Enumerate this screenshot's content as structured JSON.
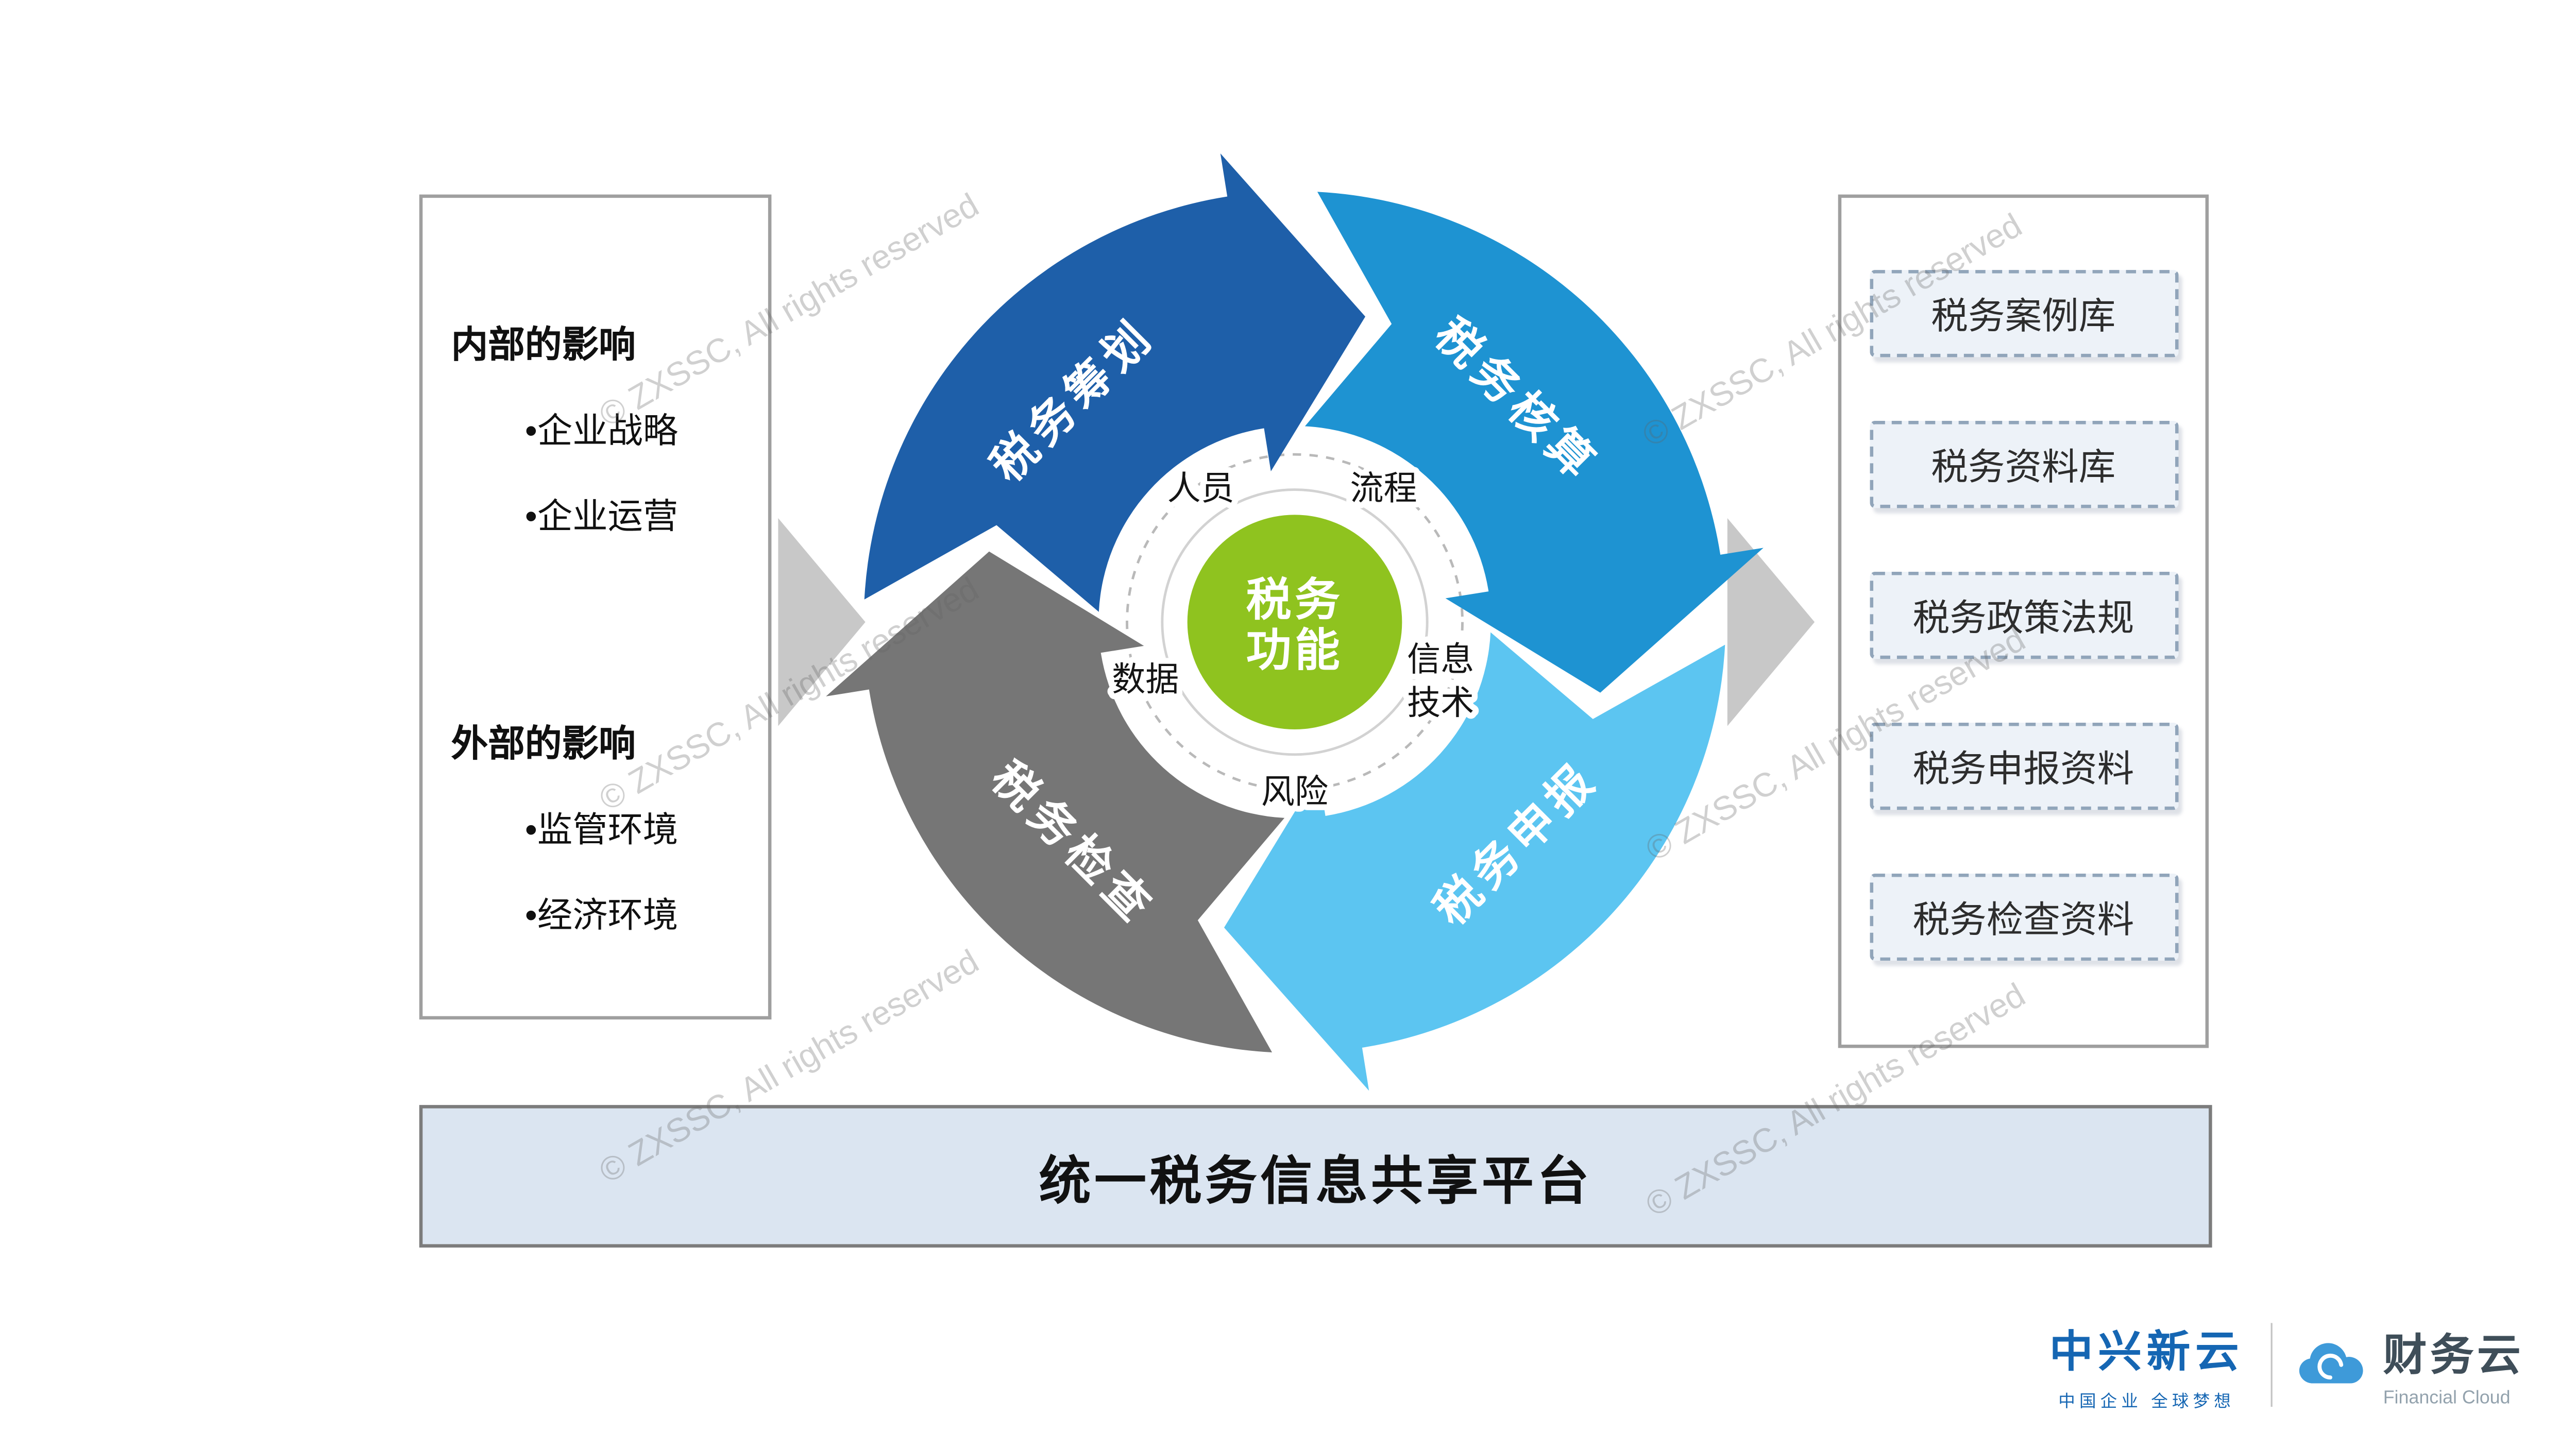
{
  "watermark": {
    "text": "© ZXSSC, All rights reserved"
  },
  "left_panel": {
    "bullet": "•",
    "sections": [
      {
        "heading": "内部的影响",
        "items": [
          "企业战略",
          "企业运营"
        ]
      },
      {
        "heading": "外部的影响",
        "items": [
          "监管环境",
          "经济环境"
        ]
      }
    ]
  },
  "cycle": {
    "segments": [
      {
        "label": "税务筹划",
        "color": "#1e5fa9",
        "position": "top-left"
      },
      {
        "label": "税务核算",
        "color": "#1e93d2",
        "position": "top-right"
      },
      {
        "label": "税务申报",
        "color": "#5cc5f1",
        "position": "bottom-right"
      },
      {
        "label": "税务检查",
        "color": "#767676",
        "position": "bottom-left"
      }
    ],
    "hub": {
      "label": "税务功能",
      "color": "#8fc31f",
      "text_color": "#ffffff"
    },
    "dimension_labels": [
      {
        "text": "人员",
        "position": "top-left"
      },
      {
        "text": "流程",
        "position": "top-right"
      },
      {
        "text": "信息技术",
        "position": "right"
      },
      {
        "text": "风险",
        "position": "bottom"
      },
      {
        "text": "数据",
        "position": "left"
      }
    ]
  },
  "right_panel": {
    "items": [
      "税务案例库",
      "税务资料库",
      "税务政策法规",
      "税务申报资料",
      "税务检查资料"
    ]
  },
  "platform_bar": {
    "label": "统一税务信息共享平台",
    "fill": "#dbe5f1"
  },
  "footer": {
    "brand_left": {
      "name": "中兴新云",
      "tagline": "中国企业 全球梦想",
      "color": "#1566b3"
    },
    "brand_right": {
      "name": "财务云",
      "subtitle": "Financial Cloud"
    }
  }
}
